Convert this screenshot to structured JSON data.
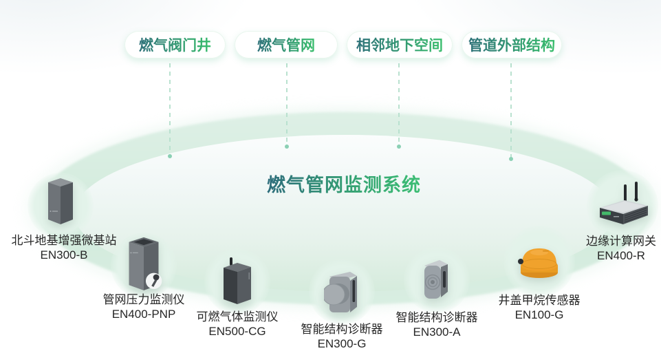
{
  "system": {
    "name": "燃气管网监测系统"
  },
  "categories": [
    {
      "label": "燃气阀门井"
    },
    {
      "label": "燃气管网"
    },
    {
      "label": "相邻地下空间"
    },
    {
      "label": "管道外部结构"
    }
  ],
  "devices": [
    {
      "name": "北斗地基增强微基站",
      "model": "EN300-B",
      "icon": "beidou-base-station-icon"
    },
    {
      "name": "管网压力监测仪",
      "model": "EN400-PNP",
      "icon": "pipeline-pressure-monitor-icon"
    },
    {
      "name": "可燃气体监测仪",
      "model": "EN500-CG",
      "icon": "combustible-gas-monitor-icon"
    },
    {
      "name": "智能结构诊断器",
      "model": "EN300-G",
      "icon": "smart-structure-diagnoser-icon"
    },
    {
      "name": "智能结构诊断器",
      "model": "EN300-A",
      "icon": "smart-structure-diagnoser-icon"
    },
    {
      "name": "井盖甲烷传感器",
      "model": "EN100-G",
      "icon": "manhole-methane-sensor-icon"
    },
    {
      "name": "边缘计算网关",
      "model": "EN400-R",
      "icon": "edge-computing-gateway-icon"
    }
  ],
  "colors": {
    "accent_green": "#3ec873",
    "deep_teal": "#2b5c7e",
    "platform_green": "#d5ebdc",
    "dashed_line": "#b9e1cf",
    "label_text": "#262626",
    "sensor_orange": "#f0a22c"
  }
}
